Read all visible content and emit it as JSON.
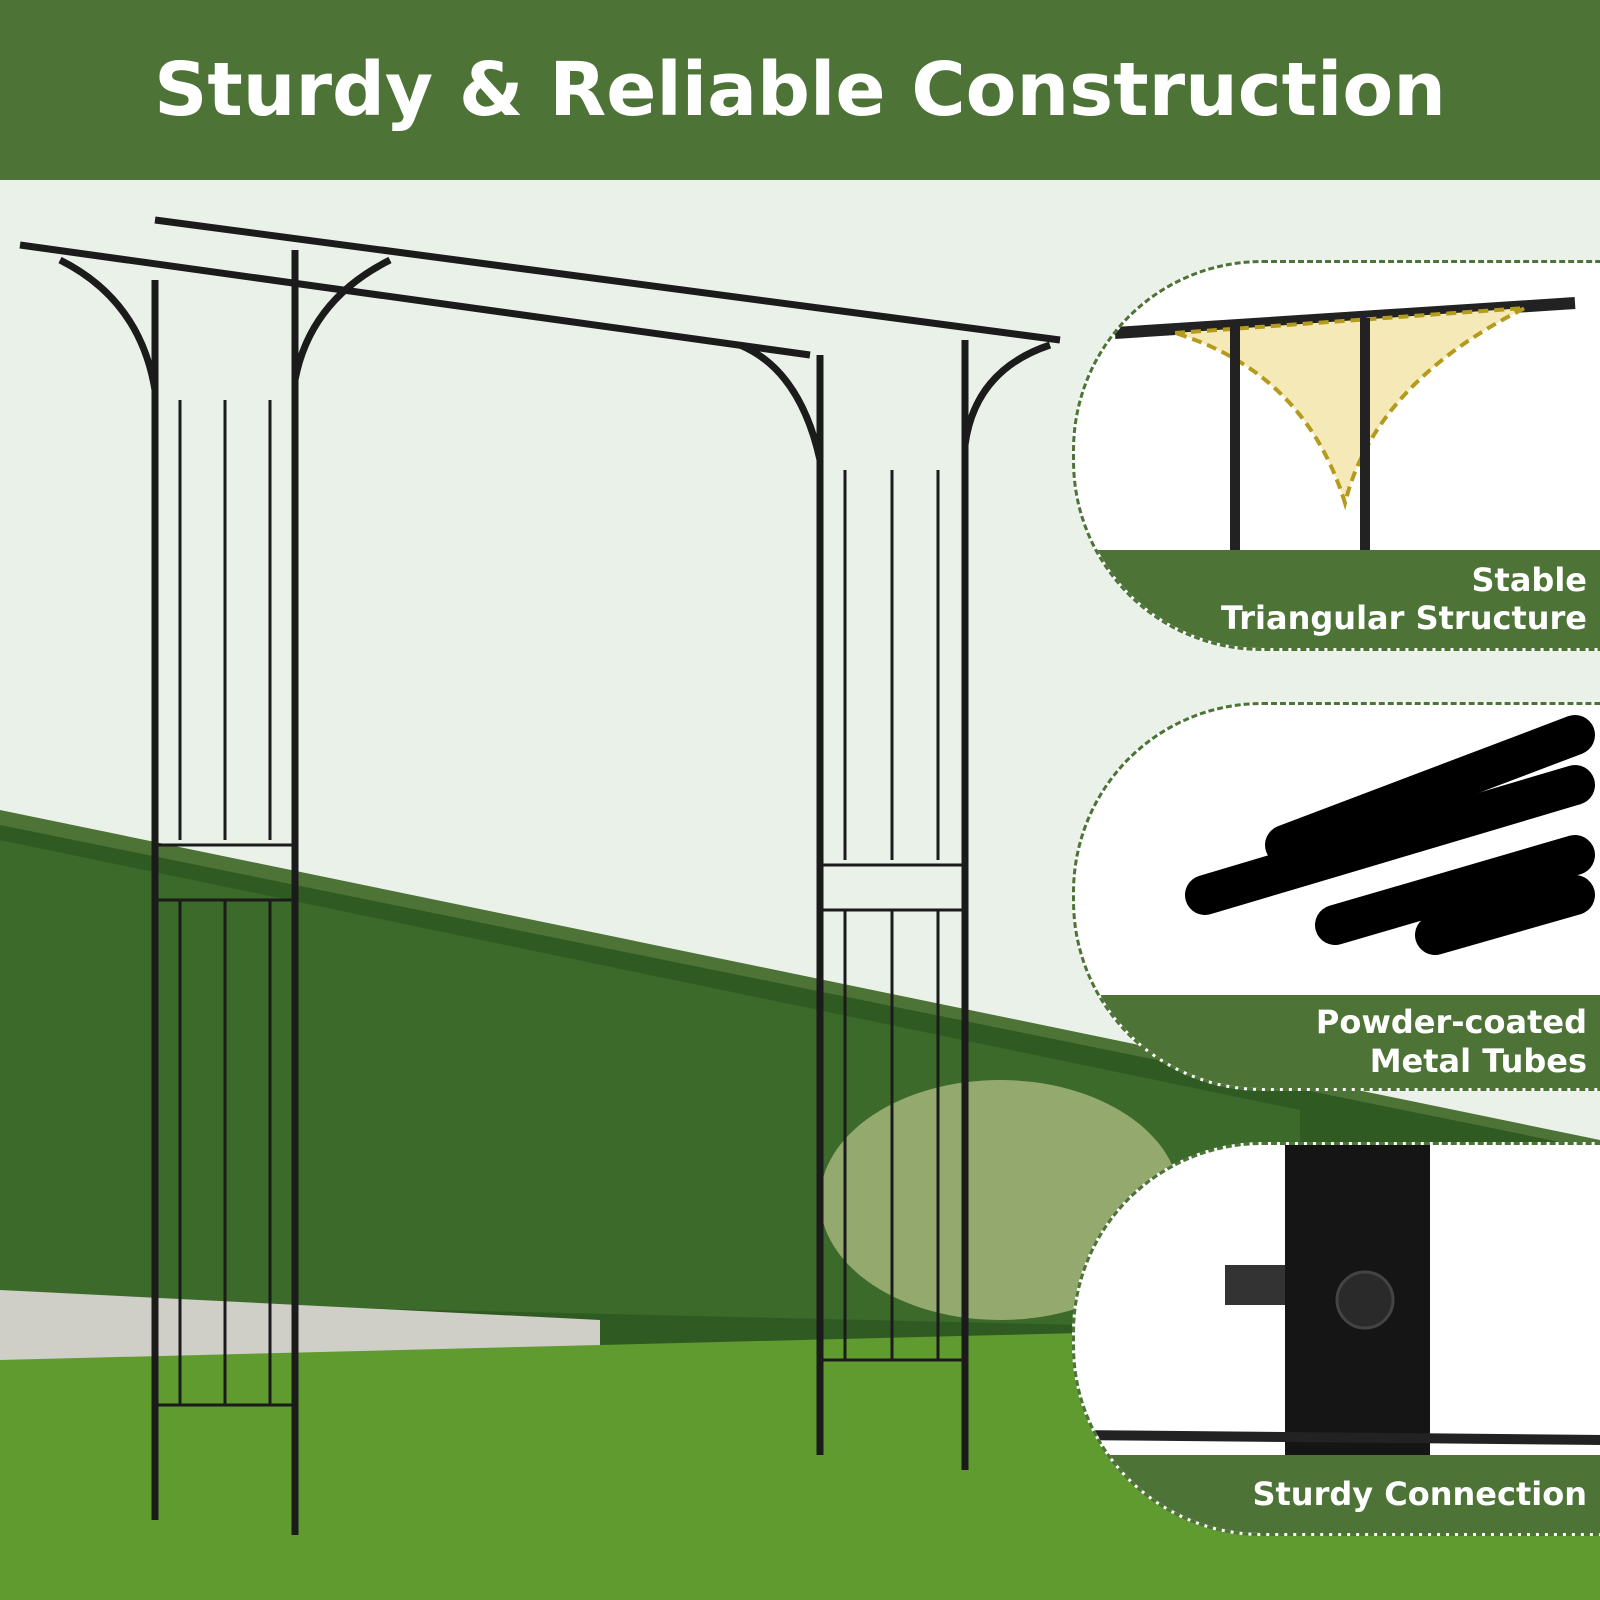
{
  "header": {
    "title": "Sturdy & Reliable Construction"
  },
  "callouts": [
    {
      "line1": "Stable",
      "line2": "Triangular Structure",
      "icon": "triangle-bracket-icon"
    },
    {
      "line1": "Powder-coated",
      "line2": "Metal Tubes",
      "icon": "metal-tubes-icon"
    },
    {
      "line1": "Sturdy Connection",
      "icon": "bolt-connection-icon"
    }
  ],
  "colors": {
    "brand_green": "#4d7337",
    "background": "#eaf1e8",
    "grass": "#5e9a2c"
  }
}
